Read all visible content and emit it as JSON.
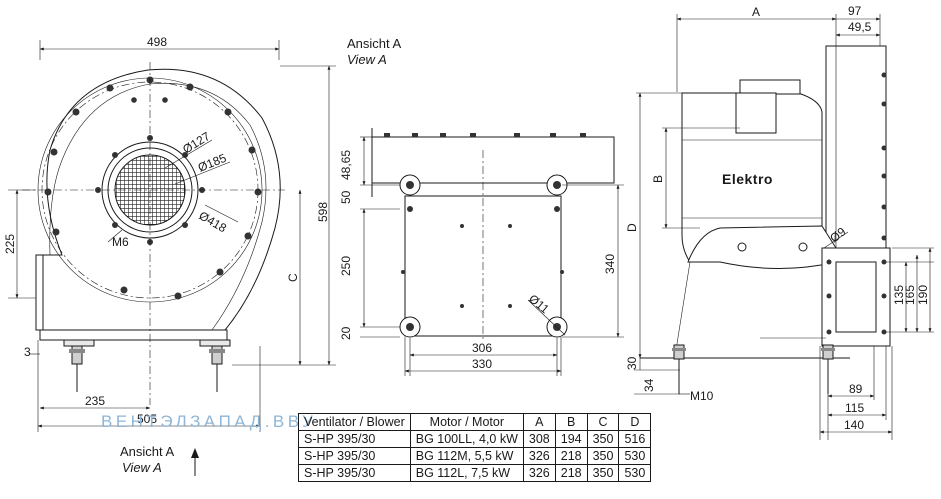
{
  "views": {
    "view_a_top": {
      "label_de": "Ansicht A",
      "label_en": "View A"
    },
    "view_a_bottom": {
      "label_de": "Ansicht A",
      "label_en": "View A"
    }
  },
  "front_view": {
    "dims": {
      "width": "498",
      "height": "598",
      "d127": "Ø127",
      "d185": "Ø185",
      "d418": "Ø418",
      "thread": "M6",
      "h225": "225",
      "c": "C",
      "w505": "505",
      "w235": "235",
      "t3": "3"
    }
  },
  "side_view": {
    "dims": {
      "h48_65": "48,65",
      "h50": "50",
      "h250": "250",
      "h20": "20",
      "h340": "340",
      "w306": "306",
      "w330": "330",
      "d11": "Ø11"
    }
  },
  "right_view": {
    "dims": {
      "a": "A",
      "w97": "97",
      "w49_5": "49,5",
      "b": "B",
      "d": "D",
      "d9": "Ø9",
      "h135": "135",
      "h165": "165",
      "h190": "190",
      "h30": "30",
      "h34": "34",
      "thread": "M10",
      "w89": "89",
      "w115": "115",
      "w140": "140"
    },
    "motor_text": "Elektro"
  },
  "watermark": "ВЕНТЭЛЗАПАД.ВВУ",
  "spec_table": {
    "headers": {
      "ventilator": "Ventilator / Blower",
      "motor": "Motor / Motor",
      "a": "A",
      "b": "B",
      "c": "C",
      "d": "D"
    },
    "rows": [
      {
        "ventilator": "S-HP 395/30",
        "motor": "BG 100LL, 4,0 kW",
        "a": "308",
        "b": "194",
        "c": "350",
        "d": "516"
      },
      {
        "ventilator": "S-HP 395/30",
        "motor": "BG 112M, 5,5 kW",
        "a": "326",
        "b": "218",
        "c": "350",
        "d": "530"
      },
      {
        "ventilator": "S-HP 395/30",
        "motor": "BG 112L, 7,5 kW",
        "a": "326",
        "b": "218",
        "c": "350",
        "d": "530"
      }
    ]
  }
}
